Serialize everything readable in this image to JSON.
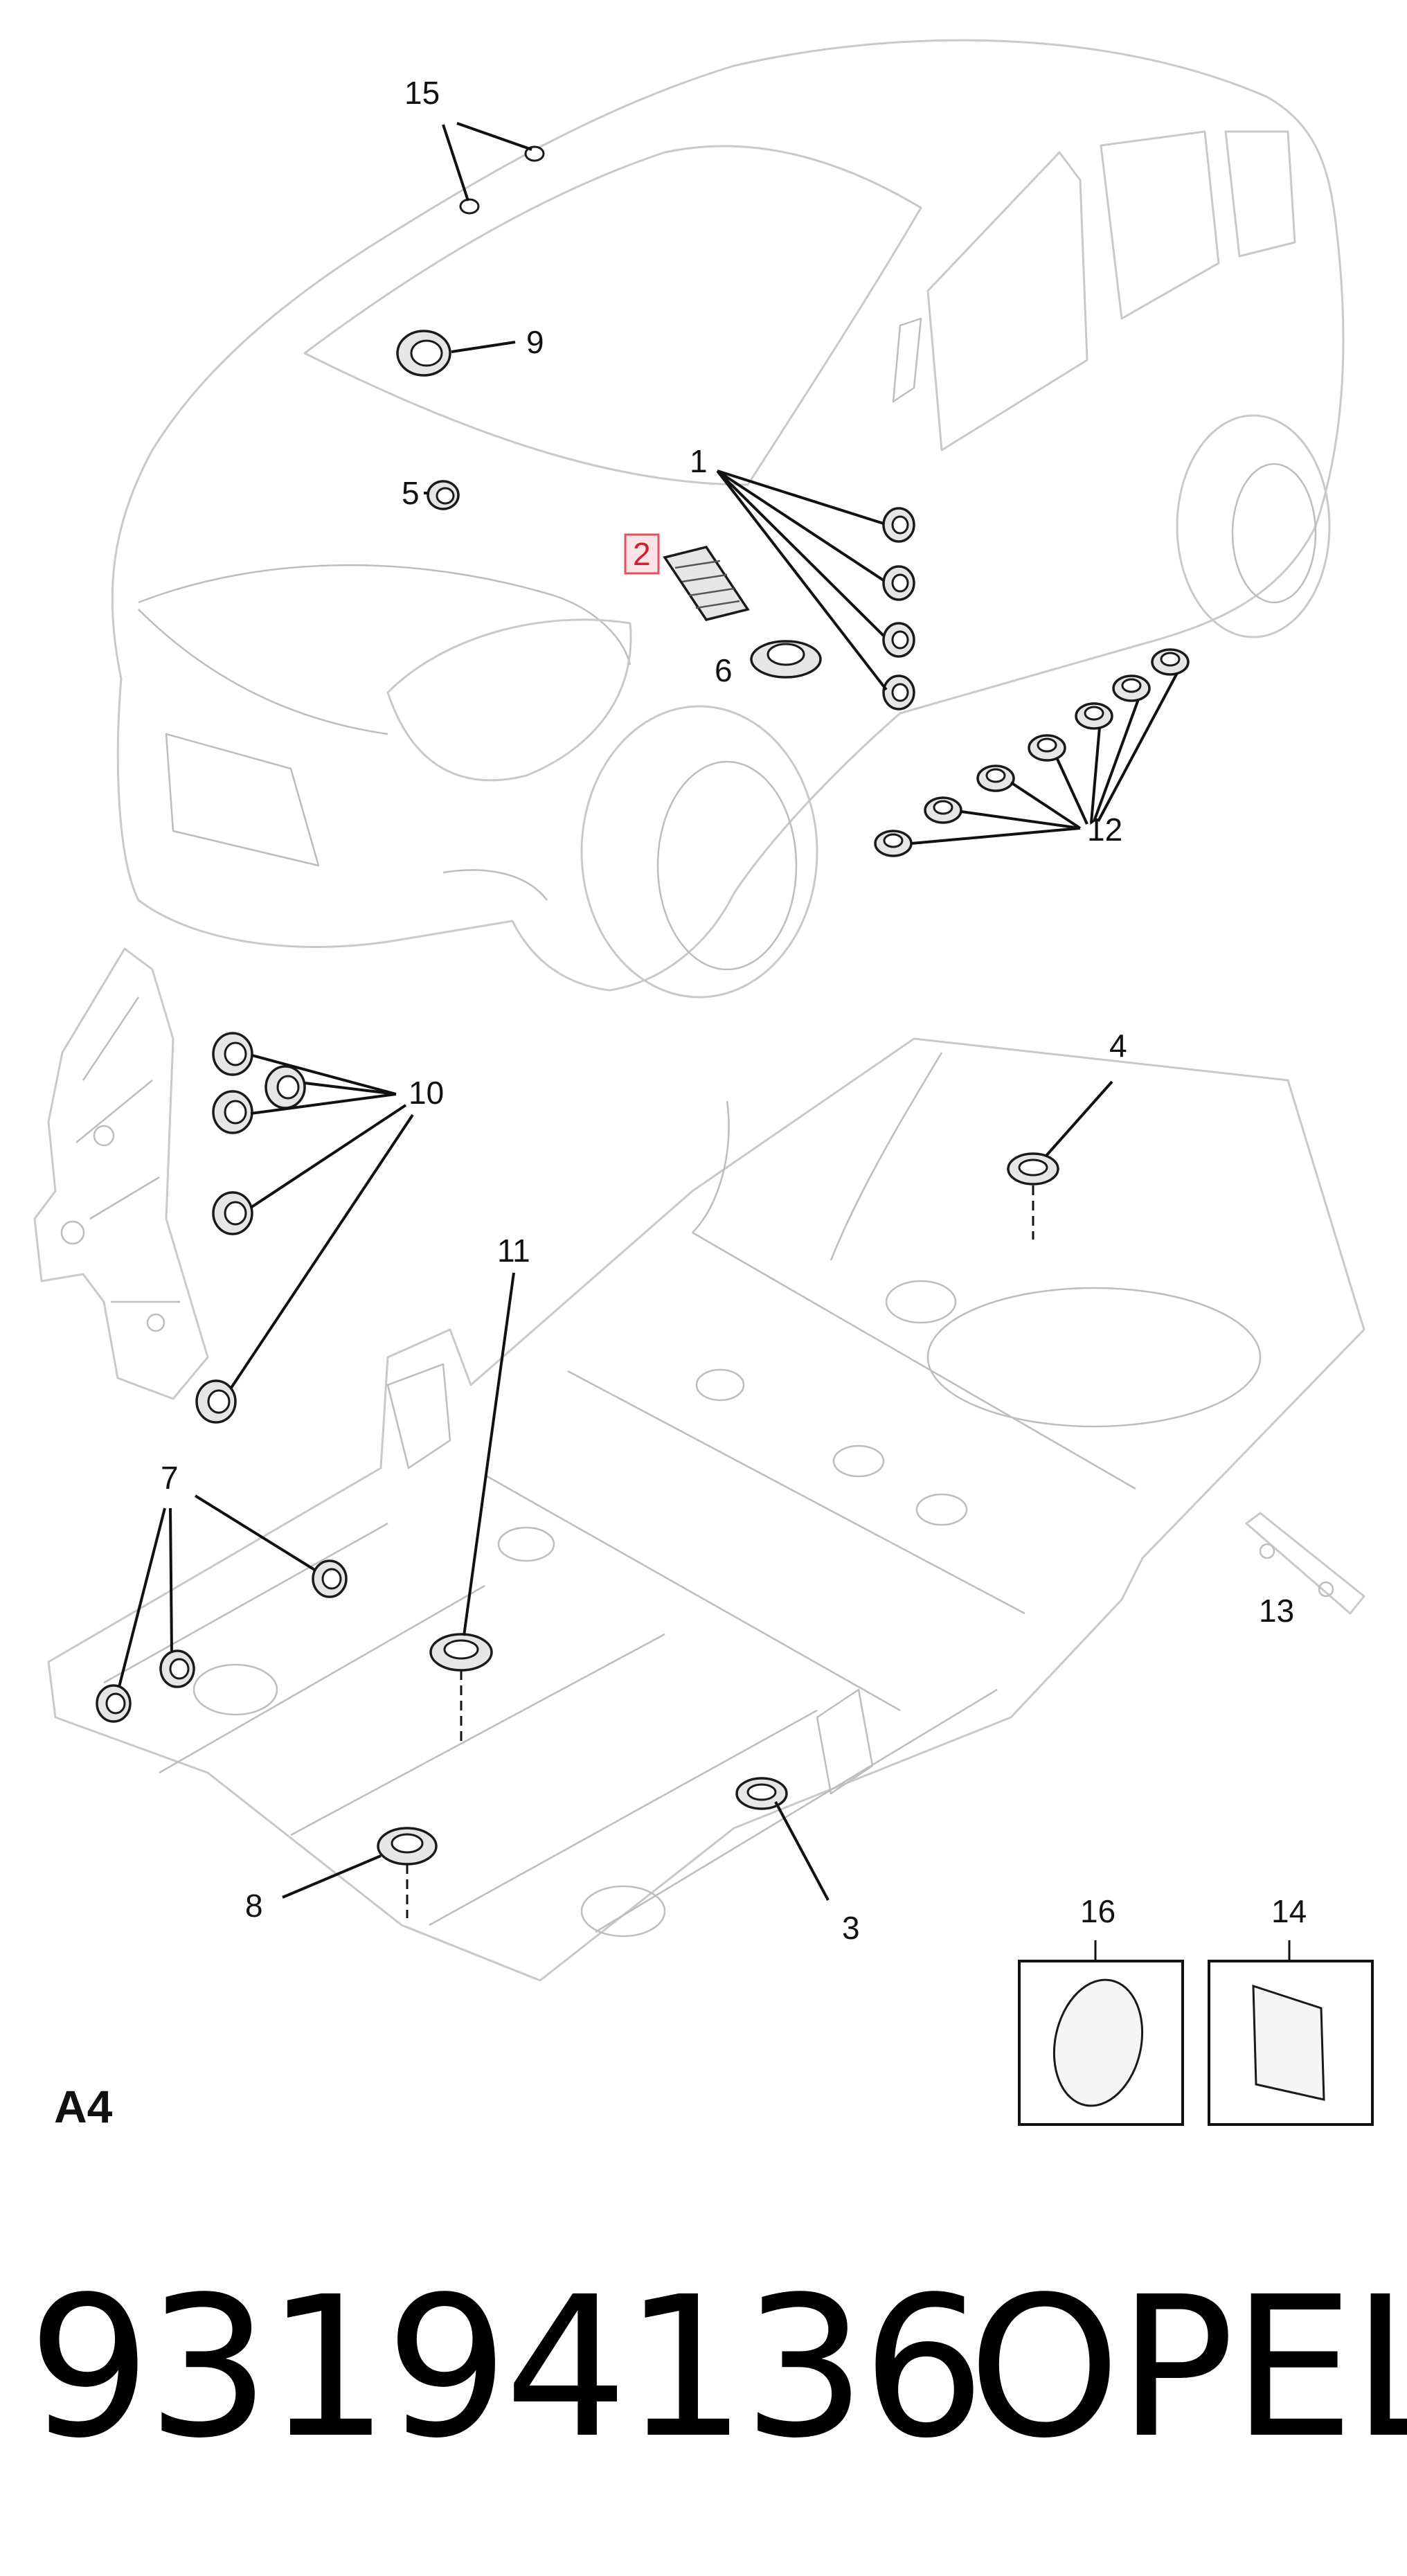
{
  "callouts": {
    "c1": "1",
    "c2": "2",
    "c3": "3",
    "c4": "4",
    "c5": "5",
    "c6": "6",
    "c7": "7",
    "c8": "8",
    "c9": "9",
    "c10": "10",
    "c11": "11",
    "c12": "12",
    "c13": "13",
    "c14": "14",
    "c15": "15",
    "c16": "16"
  },
  "highlighted_callout": "2",
  "colors": {
    "highlight_fill": "#fbe3e6",
    "highlight_stroke": "#e3505f",
    "highlight_text": "#d21d34"
  },
  "sheet_label": "A4",
  "part_number": "93194136",
  "brand": "OPEL"
}
